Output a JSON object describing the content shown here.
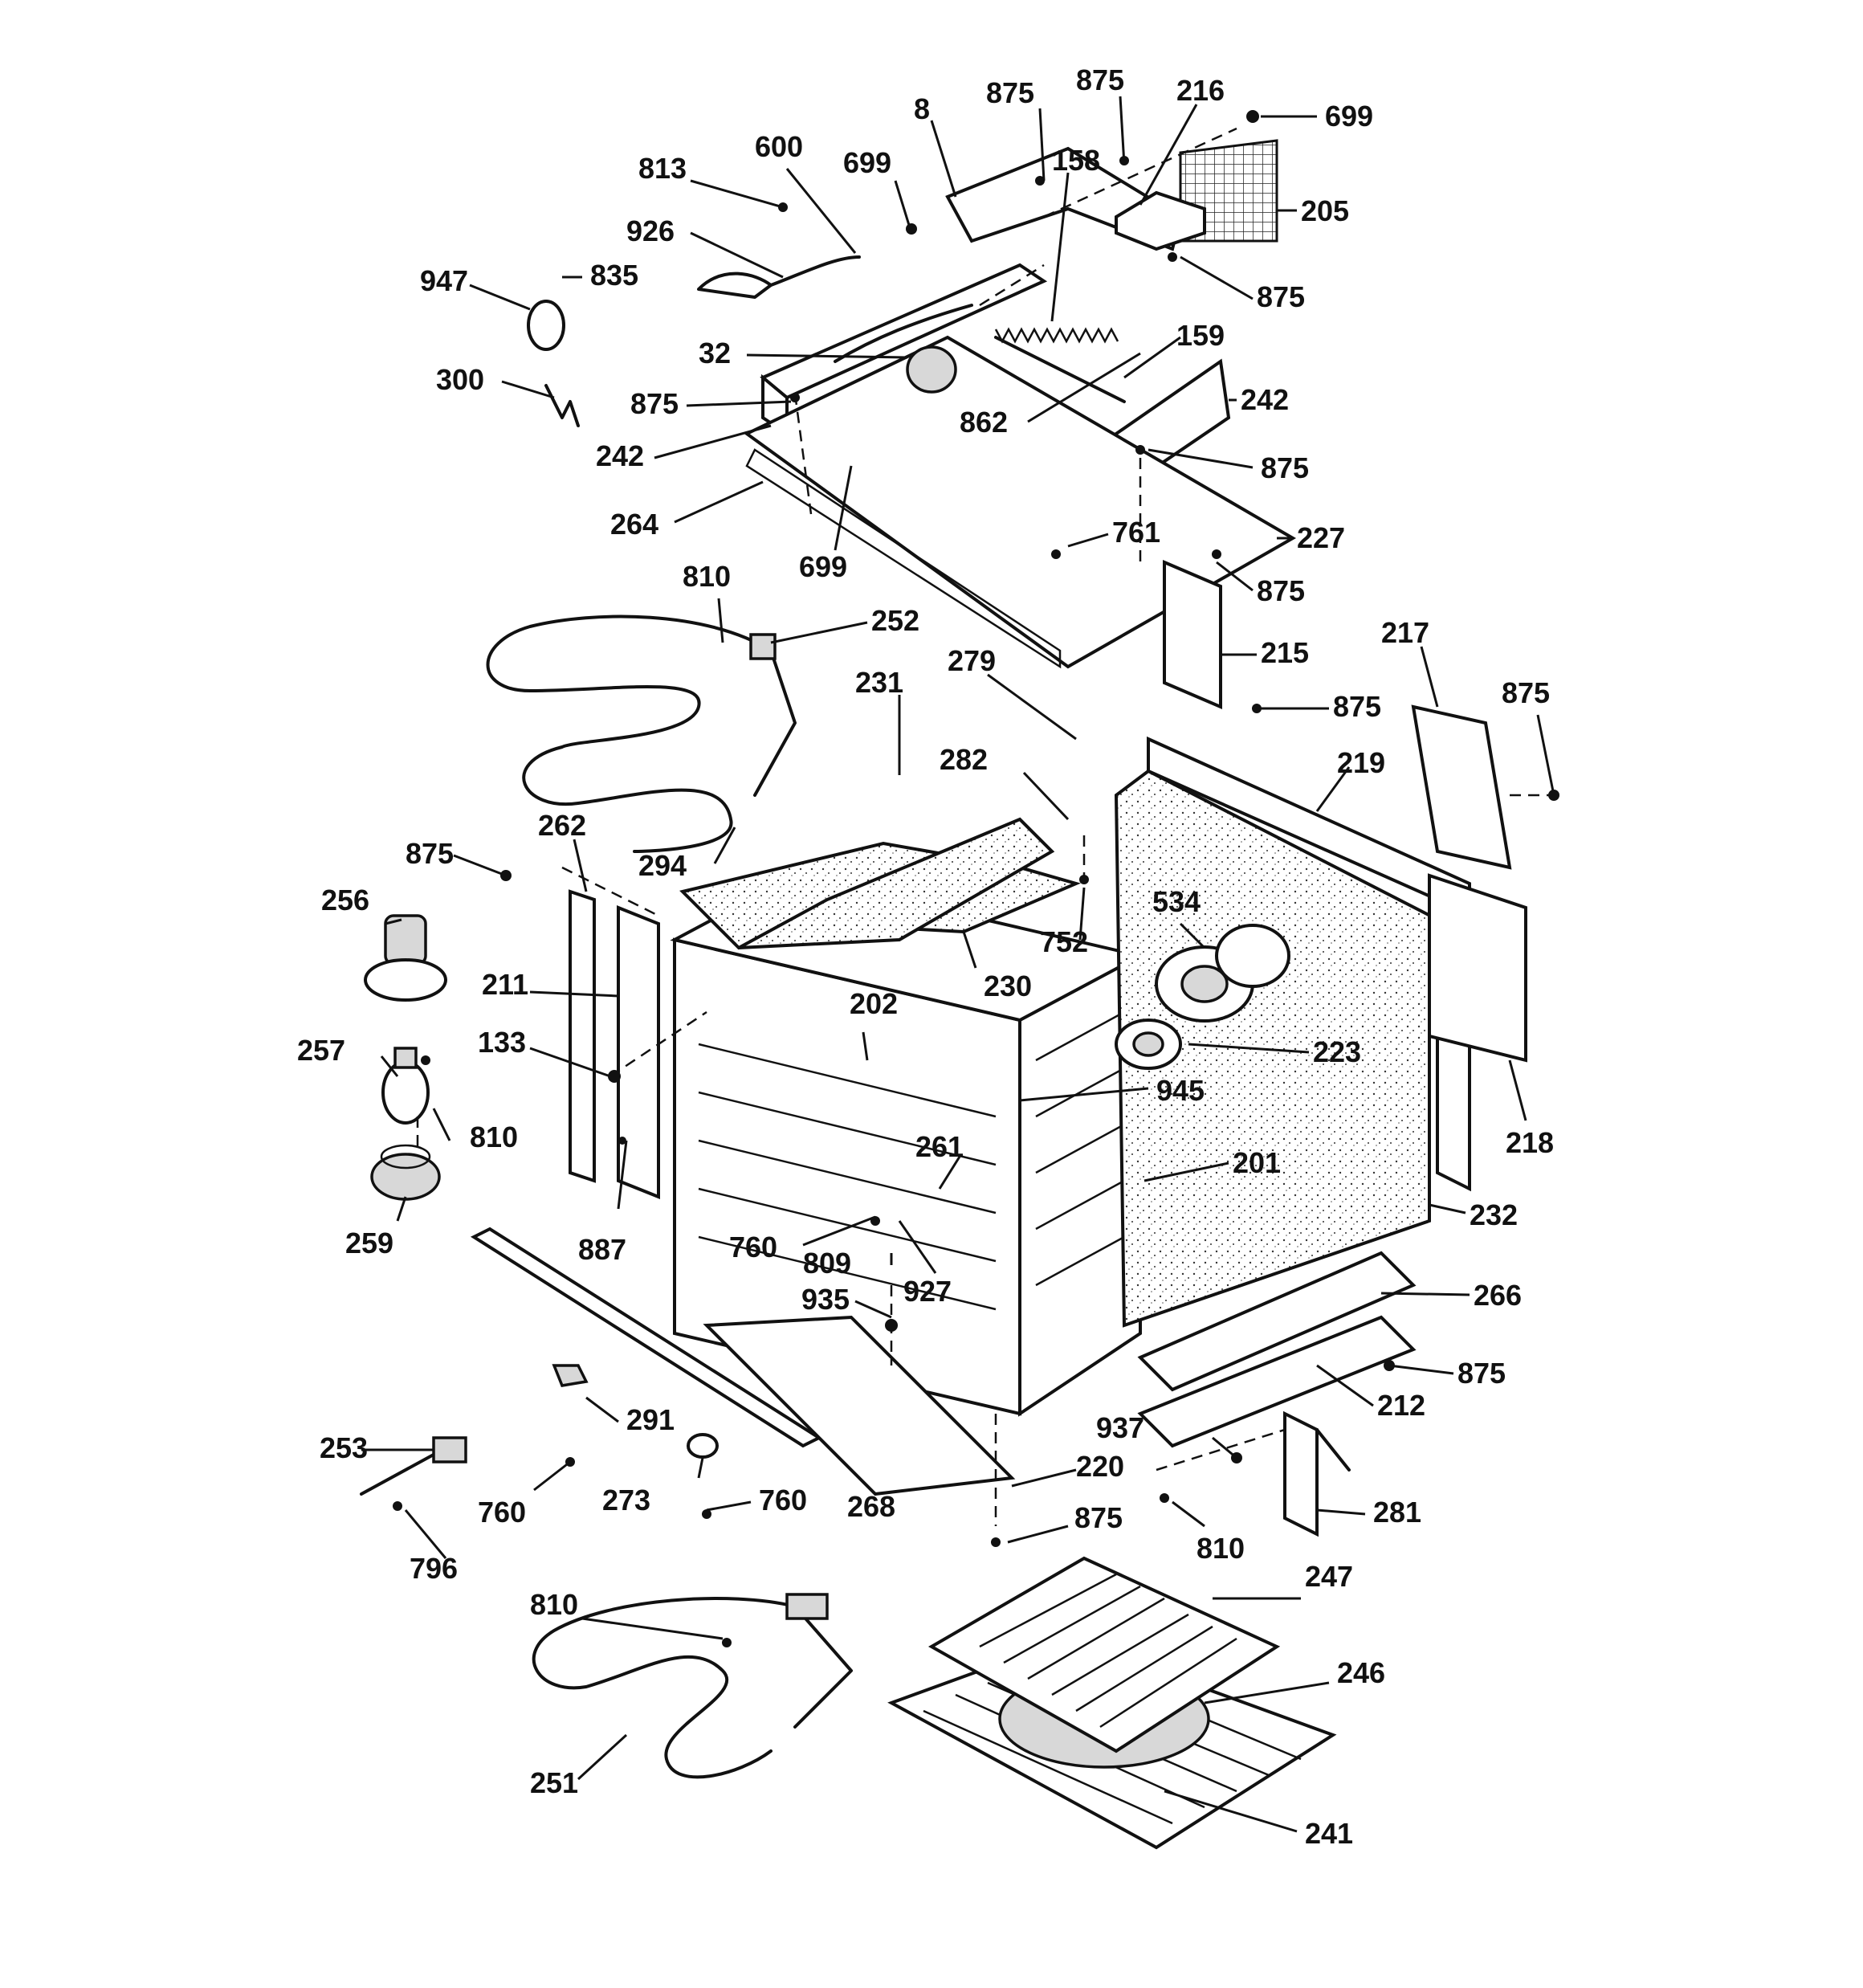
{
  "callouts": [
    {
      "id": "c8",
      "text": "8"
    },
    {
      "id": "c875a",
      "text": "875"
    },
    {
      "id": "c875b",
      "text": "875"
    },
    {
      "id": "c216",
      "text": "216"
    },
    {
      "id": "c699a",
      "text": "699"
    },
    {
      "id": "c813",
      "text": "813"
    },
    {
      "id": "c600",
      "text": "600"
    },
    {
      "id": "c699b",
      "text": "699"
    },
    {
      "id": "c158",
      "text": "158"
    },
    {
      "id": "c205",
      "text": "205"
    },
    {
      "id": "c926",
      "text": "926"
    },
    {
      "id": "c947",
      "text": "947"
    },
    {
      "id": "c835",
      "text": "835"
    },
    {
      "id": "c875c",
      "text": "875"
    },
    {
      "id": "c32",
      "text": "32"
    },
    {
      "id": "c159",
      "text": "159"
    },
    {
      "id": "c300",
      "text": "300"
    },
    {
      "id": "c875d",
      "text": "875"
    },
    {
      "id": "c242a",
      "text": "242"
    },
    {
      "id": "c862",
      "text": "862"
    },
    {
      "id": "c242b",
      "text": "242"
    },
    {
      "id": "c875e",
      "text": "875"
    },
    {
      "id": "c264",
      "text": "264"
    },
    {
      "id": "c761",
      "text": "761"
    },
    {
      "id": "c227",
      "text": "227"
    },
    {
      "id": "c699c",
      "text": "699"
    },
    {
      "id": "c875f",
      "text": "875"
    },
    {
      "id": "c810a",
      "text": "810"
    },
    {
      "id": "c252",
      "text": "252"
    },
    {
      "id": "c215",
      "text": "215"
    },
    {
      "id": "c217",
      "text": "217"
    },
    {
      "id": "c279",
      "text": "279"
    },
    {
      "id": "c231",
      "text": "231"
    },
    {
      "id": "c875g",
      "text": "875"
    },
    {
      "id": "c875h",
      "text": "875"
    },
    {
      "id": "c282",
      "text": "282"
    },
    {
      "id": "c219",
      "text": "219"
    },
    {
      "id": "c262",
      "text": "262"
    },
    {
      "id": "c294",
      "text": "294"
    },
    {
      "id": "c875i",
      "text": "875"
    },
    {
      "id": "c256",
      "text": "256"
    },
    {
      "id": "c752",
      "text": "752"
    },
    {
      "id": "c534",
      "text": "534"
    },
    {
      "id": "c211",
      "text": "211"
    },
    {
      "id": "c230",
      "text": "230"
    },
    {
      "id": "c202",
      "text": "202"
    },
    {
      "id": "c133",
      "text": "133"
    },
    {
      "id": "c257",
      "text": "257"
    },
    {
      "id": "c223",
      "text": "223"
    },
    {
      "id": "c945",
      "text": "945"
    },
    {
      "id": "c810b",
      "text": "810"
    },
    {
      "id": "c261",
      "text": "261"
    },
    {
      "id": "c201",
      "text": "201"
    },
    {
      "id": "c218",
      "text": "218"
    },
    {
      "id": "c232",
      "text": "232"
    },
    {
      "id": "c259",
      "text": "259"
    },
    {
      "id": "c887",
      "text": "887"
    },
    {
      "id": "c760a",
      "text": "760"
    },
    {
      "id": "c809",
      "text": "809"
    },
    {
      "id": "c927",
      "text": "927"
    },
    {
      "id": "c266",
      "text": "266"
    },
    {
      "id": "c935",
      "text": "935"
    },
    {
      "id": "c875j",
      "text": "875"
    },
    {
      "id": "c212",
      "text": "212"
    },
    {
      "id": "c291",
      "text": "291"
    },
    {
      "id": "c937",
      "text": "937"
    },
    {
      "id": "c253",
      "text": "253"
    },
    {
      "id": "c220",
      "text": "220"
    },
    {
      "id": "c760b",
      "text": "760"
    },
    {
      "id": "c273",
      "text": "273"
    },
    {
      "id": "c760c",
      "text": "760"
    },
    {
      "id": "c268",
      "text": "268"
    },
    {
      "id": "c281",
      "text": "281"
    },
    {
      "id": "c875k",
      "text": "875"
    },
    {
      "id": "c810c",
      "text": "810"
    },
    {
      "id": "c796",
      "text": "796"
    },
    {
      "id": "c247",
      "text": "247"
    },
    {
      "id": "c810d",
      "text": "810"
    },
    {
      "id": "c246",
      "text": "246"
    },
    {
      "id": "c251",
      "text": "251"
    },
    {
      "id": "c241",
      "text": "241"
    }
  ]
}
